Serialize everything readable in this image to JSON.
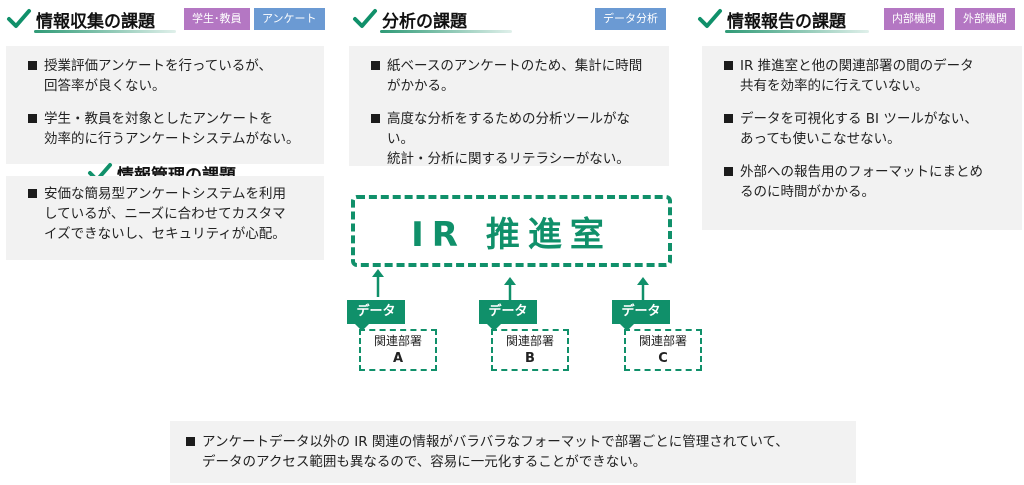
{
  "sections": {
    "collection": {
      "title": "情報収集の課題",
      "tags": [
        "学生･教員",
        "アンケート"
      ],
      "items": [
        "授業評価アンケートを行っているが、\n回答率が良くない。",
        "学生・教員を対象としたアンケートを\n効率的に行うアンケートシステムがない。",
        "安価な簡易型アンケートシステムを利用\nしているが、ニーズに合わせてカスタマ\nイズできないし、セキュリティが心配。"
      ]
    },
    "management": {
      "title": "情報管理の課題"
    },
    "analysis": {
      "title": "分析の課題",
      "tags": [
        "データ分析"
      ],
      "items": [
        "紙ベースのアンケートのため、集計に時間\nがかかる。",
        "高度な分析をするための分析ツールがない。\n統計・分析に関するリテラシーがない。"
      ]
    },
    "reporting": {
      "title": "情報報告の課題",
      "tags": [
        "内部機関",
        "外部機関"
      ],
      "items": [
        "IR 推進室と他の関連部署の間のデータ\n共有を効率的に行えていない。",
        "データを可視化する BI ツールがない、\nあっても使いこなせない。",
        "外部への報告用のフォーマットにまとめ\nるのに時間がかかる。"
      ]
    }
  },
  "ir_office": "IR 推進室",
  "departments": [
    {
      "data_label": "データ",
      "name": "関連部署",
      "letter": "A"
    },
    {
      "data_label": "データ",
      "name": "関連部署",
      "letter": "B"
    },
    {
      "data_label": "データ",
      "name": "関連部署",
      "letter": "C"
    }
  ],
  "bottom_text": "アンケートデータ以外の IR 関連の情報がバラバラなフォーマットで部署ごとに管理されていて、\nデータのアクセス範囲も異なるので、容易に一元化することができない。",
  "colors": {
    "accent_green": "#10906a",
    "tag_purple": "#b477c3",
    "tag_blue": "#6b9ad3",
    "box_gray": "#f2f2f2"
  }
}
